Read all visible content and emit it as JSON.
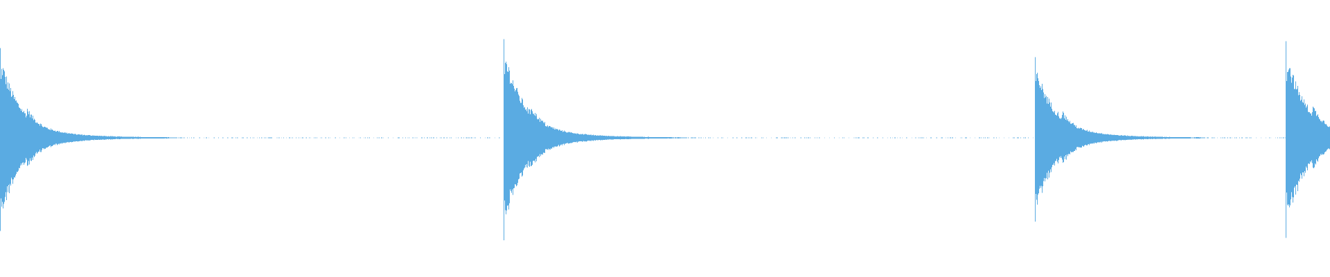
{
  "waveform": {
    "color": "#5aabe2",
    "background": "#ffffff",
    "amplitude_range": [
      -1,
      1
    ],
    "hits": [
      {
        "time": 0.0,
        "peak_amplitude": 0.8,
        "decay": "fast",
        "tail": "long"
      },
      {
        "time": 0.3785,
        "peak_amplitude": 0.88,
        "decay": "fast",
        "tail": "long"
      },
      {
        "time": 0.778,
        "peak_amplitude": 0.72,
        "decay": "fast",
        "tail": "long"
      },
      {
        "time": 0.9665,
        "peak_amplitude": 0.86,
        "decay": "fast",
        "tail": "cut-off"
      }
    ]
  }
}
